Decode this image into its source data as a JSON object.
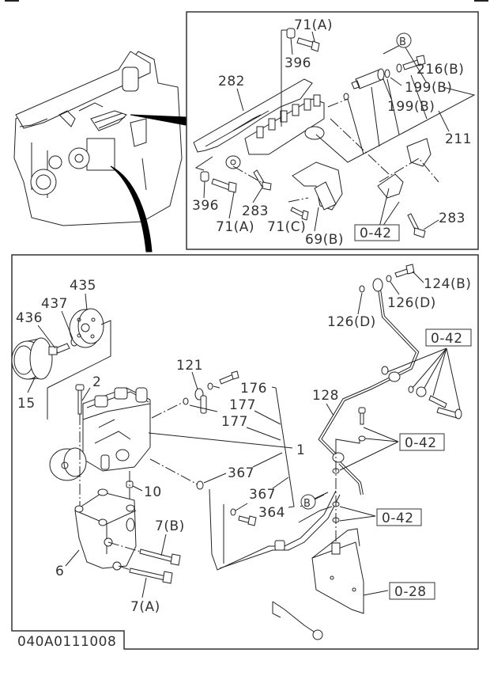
{
  "diagram": {
    "type": "exploded-parts-diagram",
    "drawing_number": "040A0111008",
    "overview": {
      "description": "engine overview with callouts to injection pump and fuel rail"
    },
    "top_inset": {
      "labels": [
        {
          "id": "71a_top",
          "text": "71(A)"
        },
        {
          "id": "396_top",
          "text": "396"
        },
        {
          "id": "282",
          "text": "282"
        },
        {
          "id": "b_top",
          "text": "B"
        },
        {
          "id": "216b",
          "text": "216(B)"
        },
        {
          "id": "199b_1",
          "text": "199(B)"
        },
        {
          "id": "199b_2",
          "text": "199(B)"
        },
        {
          "id": "211",
          "text": "211"
        },
        {
          "id": "396_bot",
          "text": "396"
        },
        {
          "id": "71a_bot",
          "text": "71(A)"
        },
        {
          "id": "283_left",
          "text": "283"
        },
        {
          "id": "71c",
          "text": "71(C)"
        },
        {
          "id": "69b",
          "text": "69(B)"
        },
        {
          "id": "ref_042_top",
          "text": "0-42"
        },
        {
          "id": "283_right",
          "text": "283"
        }
      ]
    },
    "main_panel": {
      "labels": [
        {
          "id": "435",
          "text": "435"
        },
        {
          "id": "437",
          "text": "437"
        },
        {
          "id": "436",
          "text": "436"
        },
        {
          "id": "15",
          "text": "15"
        },
        {
          "id": "2",
          "text": "2"
        },
        {
          "id": "121",
          "text": "121"
        },
        {
          "id": "176",
          "text": "176"
        },
        {
          "id": "177_1",
          "text": "177"
        },
        {
          "id": "177_2",
          "text": "177"
        },
        {
          "id": "1",
          "text": "1"
        },
        {
          "id": "367_1",
          "text": "367"
        },
        {
          "id": "367_2",
          "text": "367"
        },
        {
          "id": "364",
          "text": "364"
        },
        {
          "id": "10",
          "text": "10"
        },
        {
          "id": "6",
          "text": "6"
        },
        {
          "id": "7b",
          "text": "7(B)"
        },
        {
          "id": "7a",
          "text": "7(A)"
        },
        {
          "id": "128",
          "text": "128"
        },
        {
          "id": "124b",
          "text": "124(B)"
        },
        {
          "id": "126d_1",
          "text": "126(D)"
        },
        {
          "id": "126d_2",
          "text": "126(D)"
        },
        {
          "id": "b_main",
          "text": "B"
        },
        {
          "id": "ref_042_a",
          "text": "0-42"
        },
        {
          "id": "ref_042_b",
          "text": "0-42"
        },
        {
          "id": "ref_042_c",
          "text": "0-42"
        },
        {
          "id": "ref_028",
          "text": "0-28"
        }
      ]
    }
  }
}
